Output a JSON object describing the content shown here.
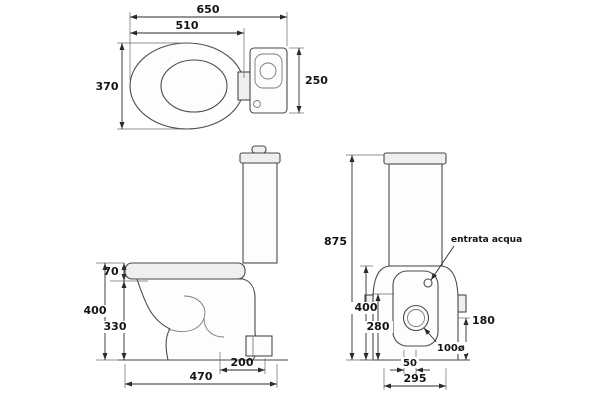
{
  "drawing": {
    "top_view": {
      "length_total": "650",
      "length_bowl": "510",
      "width": "370",
      "cistern_depth": "250"
    },
    "side_view": {
      "rim_drop": "70",
      "height_rim": "400",
      "height_trap": "330",
      "outlet_offset": "200",
      "depth_total": "470"
    },
    "rear_view": {
      "height_total": "875",
      "height_rim": "400",
      "height_inlet": "280",
      "height_outlet": "180",
      "drain_diameter": "100ø",
      "drain_offset": "50",
      "base_width": "295",
      "water_inlet_label": "entrata acqua"
    }
  }
}
